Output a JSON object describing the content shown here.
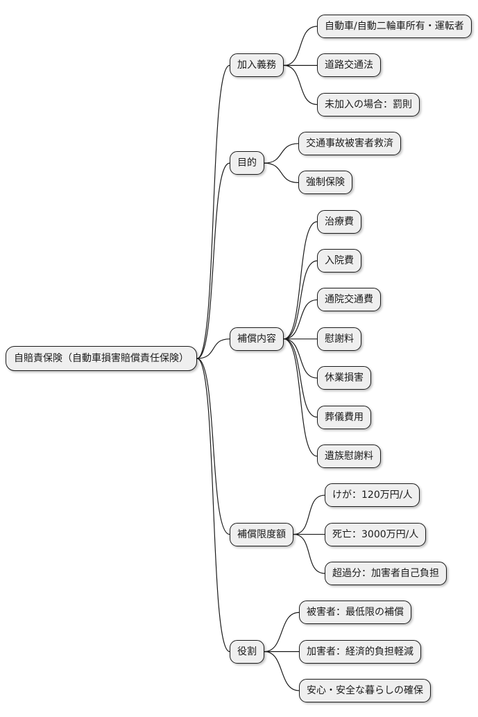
{
  "diagram": {
    "type": "mindmap",
    "root": {
      "label": "自賠責保険（自動車損害賠償責任保険）"
    },
    "branches": [
      {
        "label": "加入義務",
        "children": [
          "自動車/自動二輪車所有・運転者",
          "道路交通法",
          "未加入の場合：罰則"
        ]
      },
      {
        "label": "目的",
        "children": [
          "交通事故被害者救済",
          "強制保険"
        ]
      },
      {
        "label": "補償内容",
        "children": [
          "治療費",
          "入院費",
          "通院交通費",
          "慰謝料",
          "休業損害",
          "葬儀費用",
          "遺族慰謝料"
        ]
      },
      {
        "label": "補償限度額",
        "children": [
          "けが：120万円/人",
          "死亡：3000万円/人",
          "超過分：加害者自己負担"
        ]
      },
      {
        "label": "役割",
        "children": [
          "被害者：最低限の補償",
          "加害者：経済的負担軽減",
          "安心・安全な暮らしの確保"
        ]
      }
    ],
    "colors": {
      "background": "#ffffff",
      "node_fill": "#efefef",
      "node_border": "#1a1a1a",
      "link": "#1a1a1a",
      "text": "#1a1a1a"
    }
  }
}
